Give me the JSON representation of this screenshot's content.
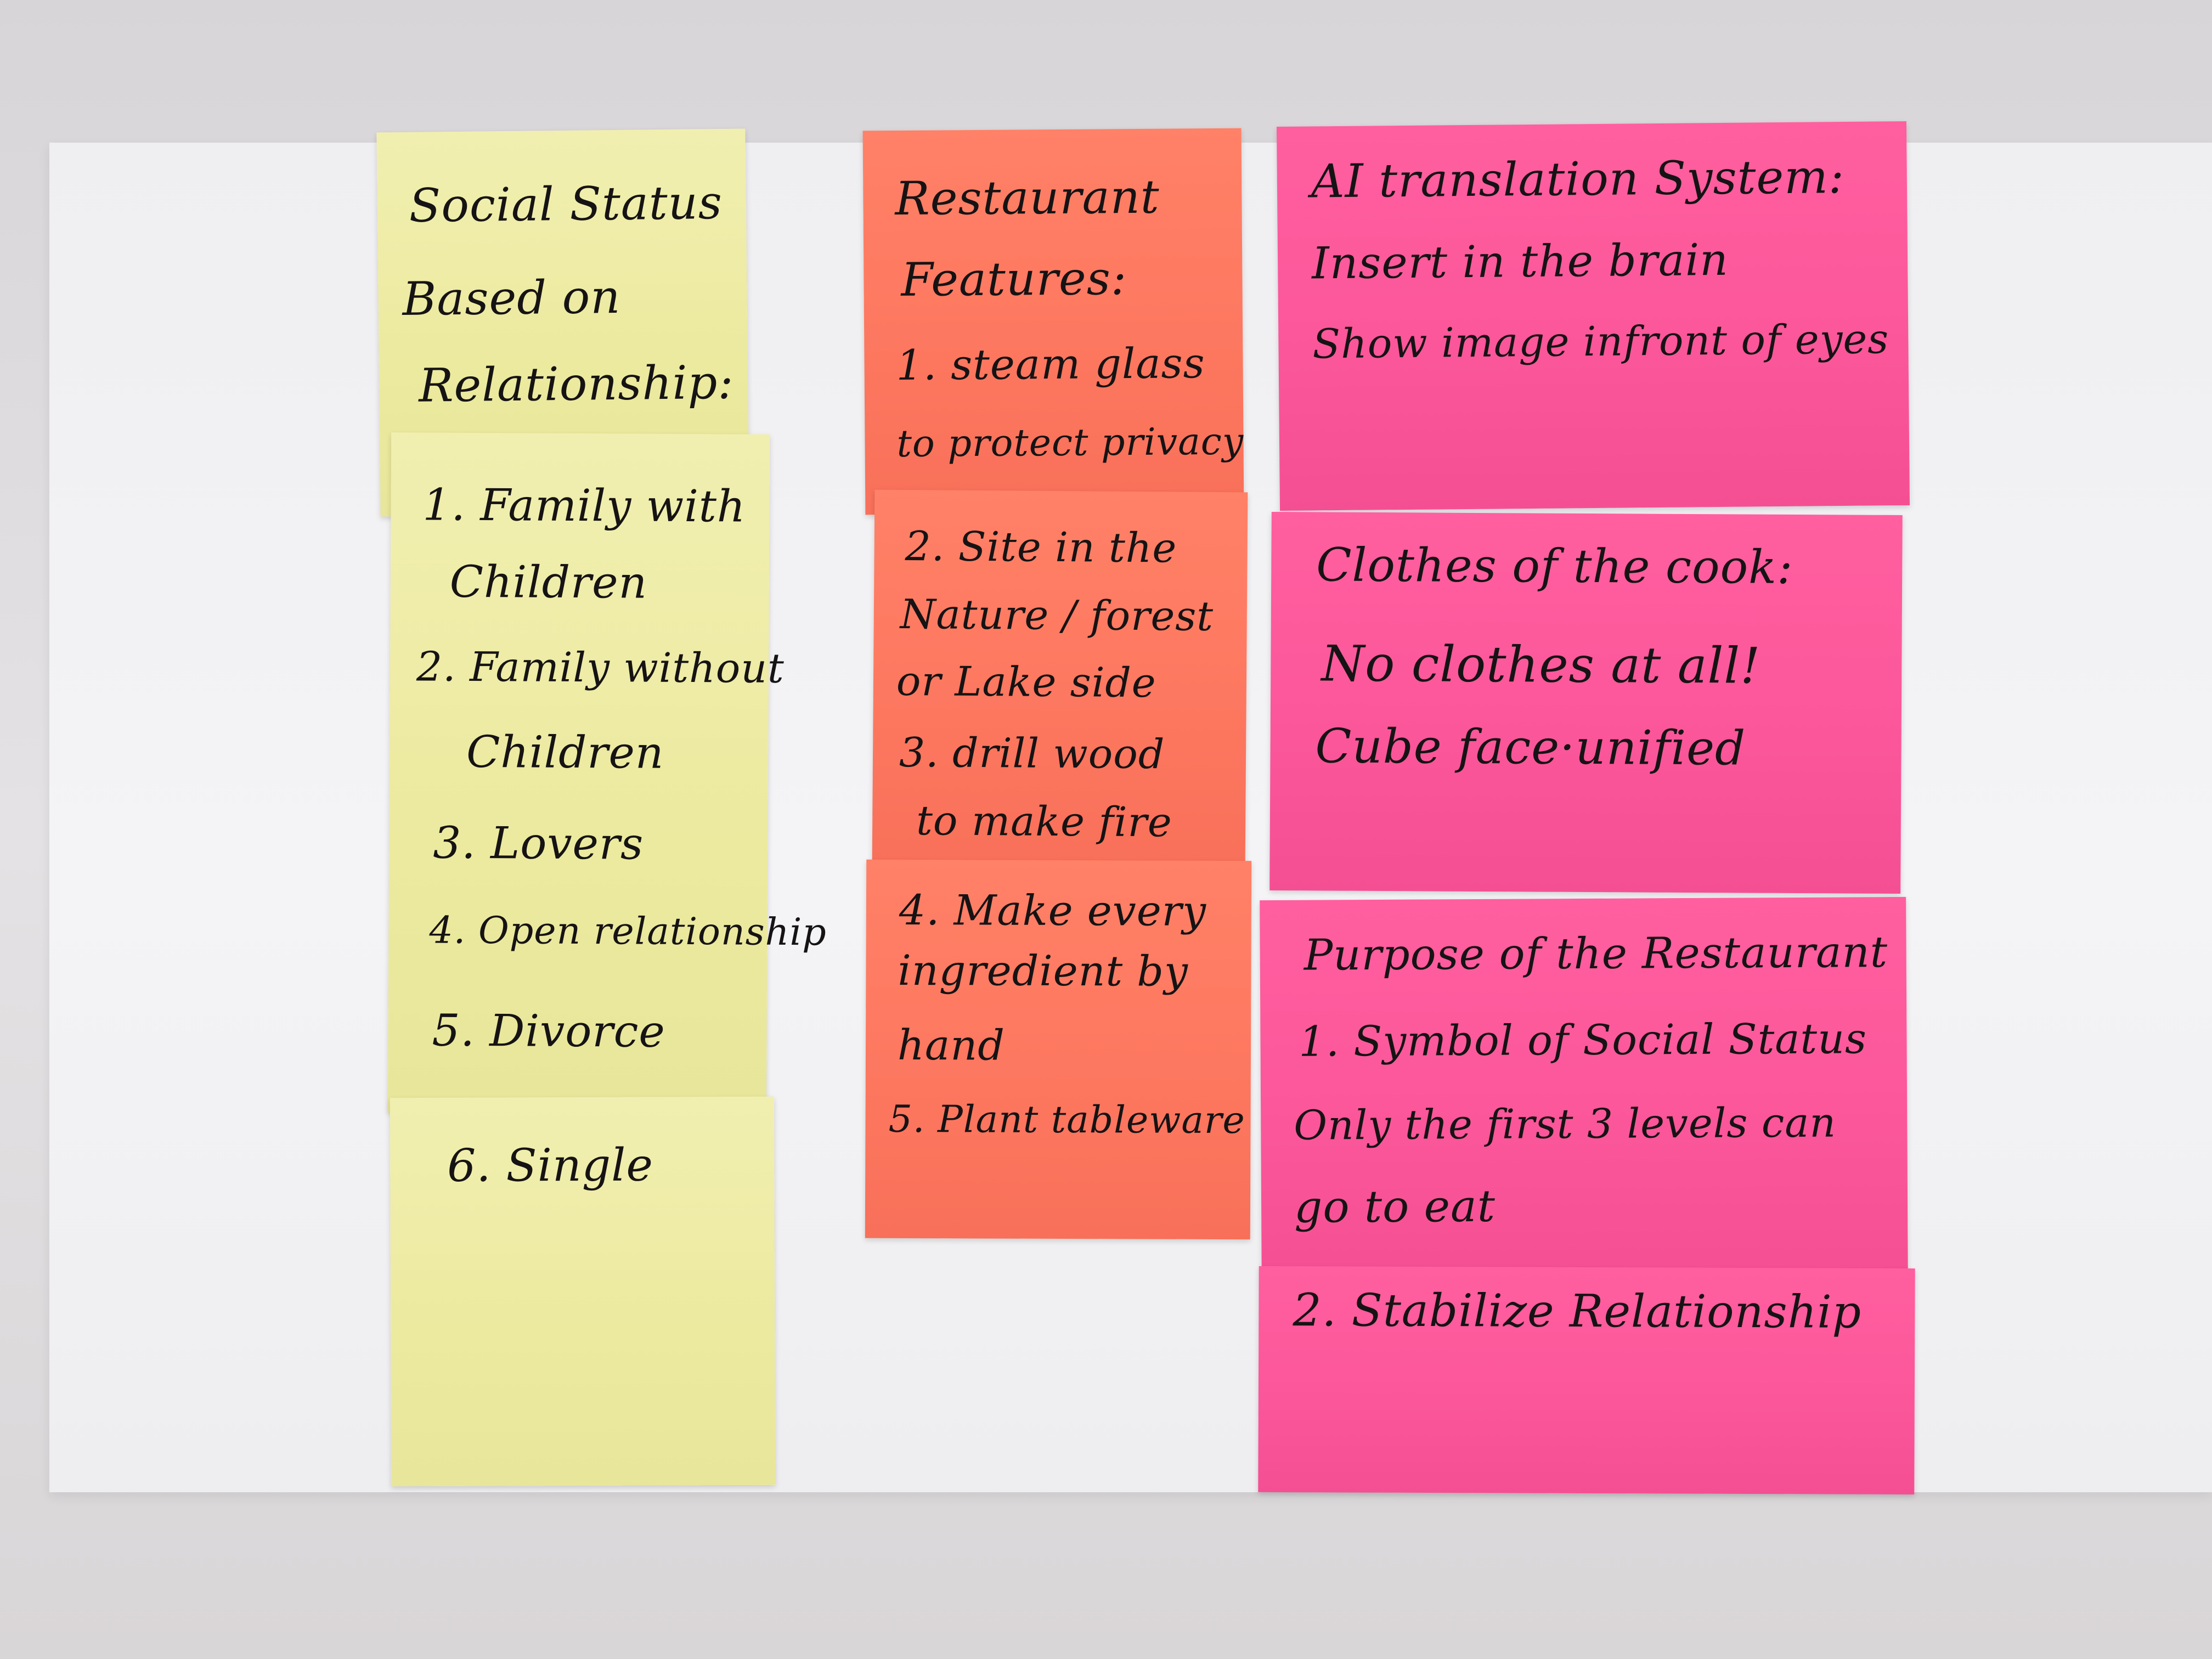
{
  "columns": {
    "left": {
      "notes": [
        {
          "lines": [
            "Social Status",
            "Based on",
            "Relationship:"
          ]
        },
        {
          "lines": [
            "1. Family with",
            "Children",
            "2. Family without",
            "Children",
            "3. Lovers",
            "4. Open relationship",
            "5. Divorce"
          ]
        },
        {
          "lines": [
            "6. Single"
          ]
        }
      ],
      "color": "#ecea9f"
    },
    "middle": {
      "notes": [
        {
          "lines": [
            "Restaurant",
            "Features:",
            "1. steam glass",
            "to protect privacy"
          ]
        },
        {
          "lines": [
            "2. Site in the",
            "Nature / forest",
            "or Lake side",
            "3. drill wood",
            "to make fire"
          ]
        },
        {
          "lines": [
            "4. Make every",
            "ingredient by",
            "hand",
            "5. Plant tableware"
          ]
        }
      ],
      "color": "#fd775f"
    },
    "right": {
      "notes": [
        {
          "lines": [
            "AI translation System:",
            "Insert in the brain",
            "Show image infront of eyes"
          ]
        },
        {
          "lines": [
            "Clothes of the cook:",
            "No clothes at all!",
            "Cube face·unified"
          ]
        },
        {
          "lines": [
            "Purpose of the Restaurant",
            "1. Symbol of Social Status",
            "Only the first 3 levels can",
            "go to eat"
          ]
        },
        {
          "lines": [
            "2. Stabilize Relationship"
          ]
        }
      ],
      "color": "#fb569a"
    }
  }
}
